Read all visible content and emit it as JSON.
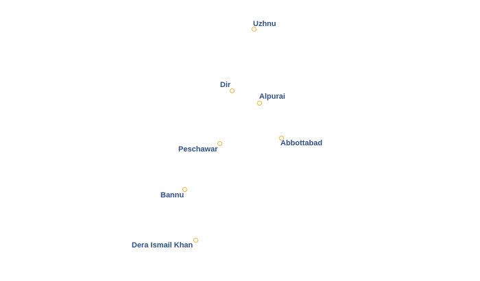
{
  "map": {
    "marker_color": "#f2b13e",
    "label_color": "#2f4f86",
    "places": [
      {
        "id": "uzhnu",
        "name": "Uzhnu"
      },
      {
        "id": "dir",
        "name": "Dir"
      },
      {
        "id": "alpurai",
        "name": "Alpurai"
      },
      {
        "id": "abbottabad",
        "name": "Abbottabad"
      },
      {
        "id": "peschawar",
        "name": "Peschawar"
      },
      {
        "id": "bannu",
        "name": "Bannu"
      },
      {
        "id": "dera-ismail-khan",
        "name": "Dera Ismail Khan"
      }
    ]
  }
}
